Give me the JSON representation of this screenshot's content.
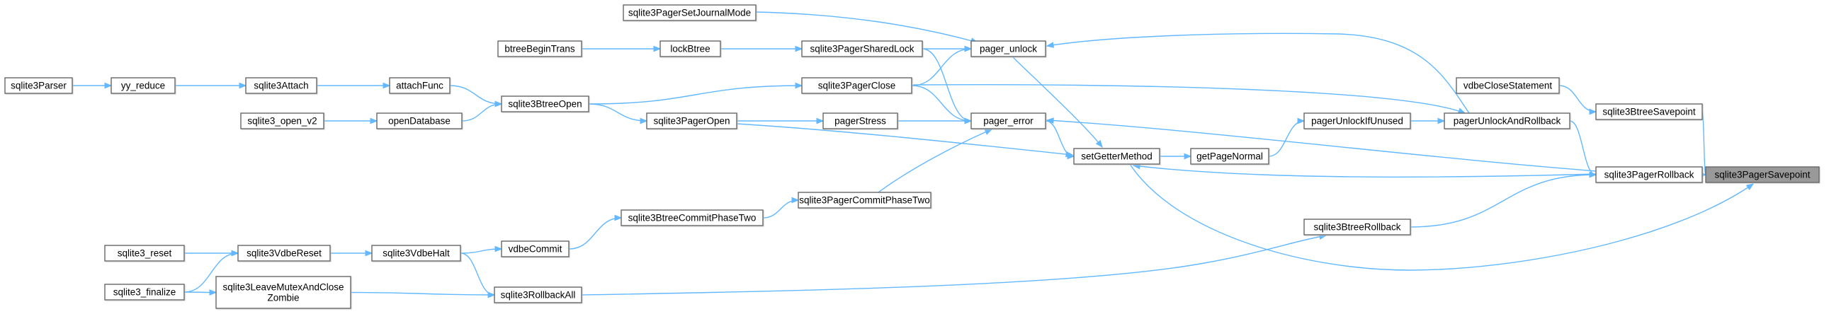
{
  "graph": {
    "root": "sqlite3PagerSavepoint",
    "nodes": [
      {
        "id": "sqlite3PagerSavepoint",
        "lines": [
          "sqlite3PagerSavepoint"
        ],
        "root": true
      },
      {
        "id": "sqlite3BtreeSavepoint",
        "lines": [
          "sqlite3BtreeSavepoint"
        ]
      },
      {
        "id": "sqlite3PagerRollback",
        "lines": [
          "sqlite3PagerRollback"
        ]
      },
      {
        "id": "vdbeCloseStatement",
        "lines": [
          "vdbeCloseStatement"
        ]
      },
      {
        "id": "pagerUnlockAndRollback",
        "lines": [
          "pagerUnlockAndRollback"
        ]
      },
      {
        "id": "sqlite3BtreeRollback",
        "lines": [
          "sqlite3BtreeRollback"
        ]
      },
      {
        "id": "pagerUnlockIfUnused",
        "lines": [
          "pagerUnlockIfUnused"
        ]
      },
      {
        "id": "getPageNormal",
        "lines": [
          "getPageNormal"
        ]
      },
      {
        "id": "setGetterMethod",
        "lines": [
          "setGetterMethod"
        ]
      },
      {
        "id": "pager_unlock",
        "lines": [
          "pager_unlock"
        ]
      },
      {
        "id": "pager_error",
        "lines": [
          "pager_error"
        ]
      },
      {
        "id": "sqlite3PagerSetJournalMode",
        "lines": [
          "sqlite3PagerSetJournalMode"
        ]
      },
      {
        "id": "sqlite3PagerSharedLock",
        "lines": [
          "sqlite3PagerSharedLock"
        ]
      },
      {
        "id": "sqlite3PagerClose",
        "lines": [
          "sqlite3PagerClose"
        ]
      },
      {
        "id": "pagerStress",
        "lines": [
          "pagerStress"
        ]
      },
      {
        "id": "sqlite3PagerOpen",
        "lines": [
          "sqlite3PagerOpen"
        ]
      },
      {
        "id": "sqlite3PagerCommitPhaseTwo",
        "lines": [
          "sqlite3PagerCommitPhaseTwo"
        ]
      },
      {
        "id": "lockBtree",
        "lines": [
          "lockBtree"
        ]
      },
      {
        "id": "btreeBeginTrans",
        "lines": [
          "btreeBeginTrans"
        ]
      },
      {
        "id": "sqlite3BtreeOpen",
        "lines": [
          "sqlite3BtreeOpen"
        ]
      },
      {
        "id": "attachFunc",
        "lines": [
          "attachFunc"
        ]
      },
      {
        "id": "openDatabase",
        "lines": [
          "openDatabase"
        ]
      },
      {
        "id": "sqlite3Attach",
        "lines": [
          "sqlite3Attach"
        ]
      },
      {
        "id": "yy_reduce",
        "lines": [
          "yy_reduce"
        ]
      },
      {
        "id": "sqlite3Parser",
        "lines": [
          "sqlite3Parser"
        ]
      },
      {
        "id": "sqlite3_open_v2",
        "lines": [
          "sqlite3_open_v2"
        ]
      },
      {
        "id": "sqlite3BtreeCommitPhaseTwo",
        "lines": [
          "sqlite3BtreeCommitPhaseTwo"
        ]
      },
      {
        "id": "vdbeCommit",
        "lines": [
          "vdbeCommit"
        ]
      },
      {
        "id": "sqlite3VdbeHalt",
        "lines": [
          "sqlite3VdbeHalt"
        ]
      },
      {
        "id": "sqlite3VdbeReset",
        "lines": [
          "sqlite3VdbeReset"
        ]
      },
      {
        "id": "sqlite3_reset",
        "lines": [
          "sqlite3_reset"
        ]
      },
      {
        "id": "sqlite3_finalize",
        "lines": [
          "sqlite3_finalize"
        ]
      },
      {
        "id": "sqlite3LeaveMutexAndCloseZombie",
        "lines": [
          "sqlite3LeaveMutexAndClose",
          "Zombie"
        ]
      },
      {
        "id": "sqlite3RollbackAll",
        "lines": [
          "sqlite3RollbackAll"
        ]
      }
    ],
    "edges": [
      {
        "from": "sqlite3BtreeSavepoint",
        "to": "sqlite3PagerSavepoint"
      },
      {
        "from": "sqlite3PagerRollback",
        "to": "sqlite3PagerSavepoint"
      },
      {
        "from": "setGetterMethod",
        "to": "sqlite3PagerSavepoint"
      },
      {
        "from": "vdbeCloseStatement",
        "to": "sqlite3BtreeSavepoint"
      },
      {
        "from": "pagerUnlockAndRollback",
        "to": "sqlite3PagerRollback"
      },
      {
        "from": "sqlite3BtreeRollback",
        "to": "sqlite3PagerRollback"
      },
      {
        "from": "pagerUnlockIfUnused",
        "to": "pagerUnlockAndRollback"
      },
      {
        "from": "sqlite3PagerClose",
        "to": "pagerUnlockAndRollback"
      },
      {
        "from": "getPageNormal",
        "to": "pagerUnlockIfUnused"
      },
      {
        "from": "setGetterMethod",
        "to": "getPageNormal"
      },
      {
        "from": "sqlite3PagerRollback",
        "to": "setGetterMethod"
      },
      {
        "from": "pager_unlock",
        "to": "setGetterMethod"
      },
      {
        "from": "pager_error",
        "to": "setGetterMethod"
      },
      {
        "from": "sqlite3PagerOpen",
        "to": "setGetterMethod"
      },
      {
        "from": "pagerUnlockAndRollback",
        "to": "pager_unlock"
      },
      {
        "from": "sqlite3PagerSetJournalMode",
        "to": "pager_unlock"
      },
      {
        "from": "sqlite3PagerSharedLock",
        "to": "pager_unlock"
      },
      {
        "from": "sqlite3PagerClose",
        "to": "pager_unlock"
      },
      {
        "from": "sqlite3PagerRollback",
        "to": "pager_error"
      },
      {
        "from": "sqlite3PagerSharedLock",
        "to": "pager_error"
      },
      {
        "from": "sqlite3PagerClose",
        "to": "pager_error"
      },
      {
        "from": "pagerStress",
        "to": "pager_error"
      },
      {
        "from": "sqlite3PagerCommitPhaseTwo",
        "to": "pager_error"
      },
      {
        "from": "sqlite3PagerOpen",
        "to": "pagerStress"
      },
      {
        "from": "lockBtree",
        "to": "sqlite3PagerSharedLock"
      },
      {
        "from": "btreeBeginTrans",
        "to": "lockBtree"
      },
      {
        "from": "sqlite3BtreeOpen",
        "to": "sqlite3PagerClose"
      },
      {
        "from": "sqlite3BtreeOpen",
        "to": "sqlite3PagerOpen"
      },
      {
        "from": "attachFunc",
        "to": "sqlite3BtreeOpen"
      },
      {
        "from": "openDatabase",
        "to": "sqlite3BtreeOpen"
      },
      {
        "from": "sqlite3Attach",
        "to": "attachFunc"
      },
      {
        "from": "yy_reduce",
        "to": "sqlite3Attach"
      },
      {
        "from": "sqlite3Parser",
        "to": "yy_reduce"
      },
      {
        "from": "sqlite3_open_v2",
        "to": "openDatabase"
      },
      {
        "from": "sqlite3BtreeCommitPhaseTwo",
        "to": "sqlite3PagerCommitPhaseTwo"
      },
      {
        "from": "vdbeCommit",
        "to": "sqlite3BtreeCommitPhaseTwo"
      },
      {
        "from": "sqlite3VdbeHalt",
        "to": "vdbeCommit"
      },
      {
        "from": "sqlite3VdbeReset",
        "to": "sqlite3VdbeHalt"
      },
      {
        "from": "sqlite3_reset",
        "to": "sqlite3VdbeReset"
      },
      {
        "from": "sqlite3_finalize",
        "to": "sqlite3VdbeReset"
      },
      {
        "from": "sqlite3_finalize",
        "to": "sqlite3LeaveMutexAndCloseZombie"
      },
      {
        "from": "sqlite3LeaveMutexAndCloseZombie",
        "to": "sqlite3RollbackAll"
      },
      {
        "from": "sqlite3VdbeHalt",
        "to": "sqlite3RollbackAll"
      },
      {
        "from": "sqlite3RollbackAll",
        "to": "sqlite3BtreeRollback"
      }
    ]
  },
  "colors": {
    "edge": "#63b8ff",
    "node_border": "#666666",
    "node_fill": "#ffffff",
    "root_fill": "#999999",
    "background": "#ffffff"
  }
}
